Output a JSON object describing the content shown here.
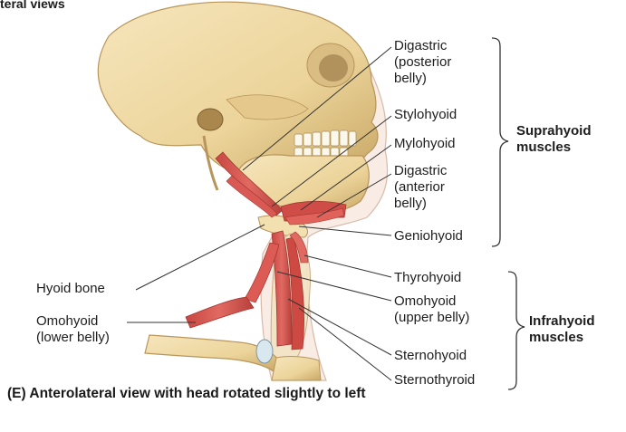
{
  "header": {
    "partial_title": "teral views"
  },
  "labels": {
    "digastric_posterior": [
      "Digastric",
      "(posterior",
      "belly)"
    ],
    "stylohyoid": "Stylohyoid",
    "mylohyoid": "Mylohyoid",
    "digastric_anterior": [
      "Digastric",
      "(anterior",
      "belly)"
    ],
    "geniohyoid": "Geniohyoid",
    "thyrohyoid": "Thyrohyoid",
    "omohyoid_upper": [
      "Omohyoid",
      "(upper belly)"
    ],
    "sternohyoid": "Sternohyoid",
    "sternothyroid": "Sternothyroid",
    "hyoid_bone": "Hyoid bone",
    "omohyoid_lower": [
      "Omohyoid",
      "(lower belly)"
    ]
  },
  "groups": {
    "suprahyoid": [
      "Suprahyoid",
      "muscles"
    ],
    "infrahyoid": [
      "Infrahyoid",
      "muscles"
    ]
  },
  "caption": "(E) Anterolateral view with head rotated slightly to left",
  "colors": {
    "bone": "#efd9a0",
    "bone_shadow": "#c9a866",
    "muscle": "#d9534f",
    "muscle_dark": "#b23a36",
    "skin": "#f6e2d6",
    "leader": "#333333"
  }
}
